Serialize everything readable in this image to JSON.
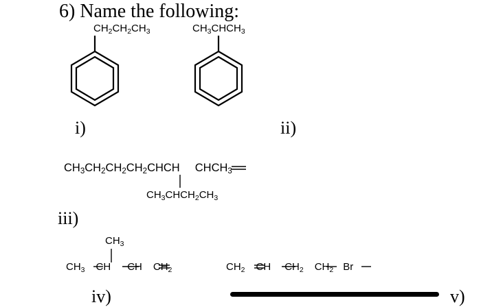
{
  "question": {
    "title": "6) Name the following:"
  },
  "compounds": [
    {
      "label": "i)",
      "substituent": [
        "CH",
        "2",
        "CH",
        "2",
        "CH",
        "3"
      ]
    },
    {
      "label": "ii)",
      "substituent": [
        "CH",
        "3",
        "CHCH",
        "3"
      ]
    },
    {
      "label": "iii)",
      "main_chain": [
        "CH",
        "3",
        "CH",
        "2",
        "CH",
        "2",
        "CH",
        "2",
        "CHCH",
        "CHCH",
        "3"
      ],
      "branch": [
        "CH",
        "3",
        "CHCH",
        "2",
        "CH",
        "3"
      ]
    },
    {
      "label": "iv)",
      "top_group": [
        "CH",
        "3"
      ],
      "chain": [
        "CH",
        "3",
        "CH",
        "CH",
        "CH",
        "2"
      ]
    },
    {
      "label": "v)",
      "chain": [
        "CH",
        "2",
        "CH",
        "CH",
        "2",
        "CH",
        "2",
        "Br"
      ]
    }
  ]
}
